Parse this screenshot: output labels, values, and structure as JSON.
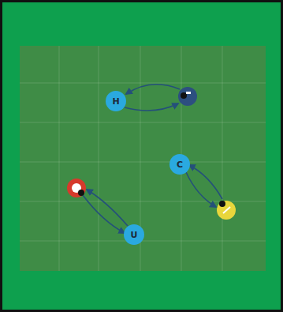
{
  "diagram": {
    "nodes": [
      {
        "text": [
          "H"
        ]
      },
      {
        "text": [
          "C"
        ]
      },
      {
        "text": [
          "U"
        ]
      }
    ]
  }
}
